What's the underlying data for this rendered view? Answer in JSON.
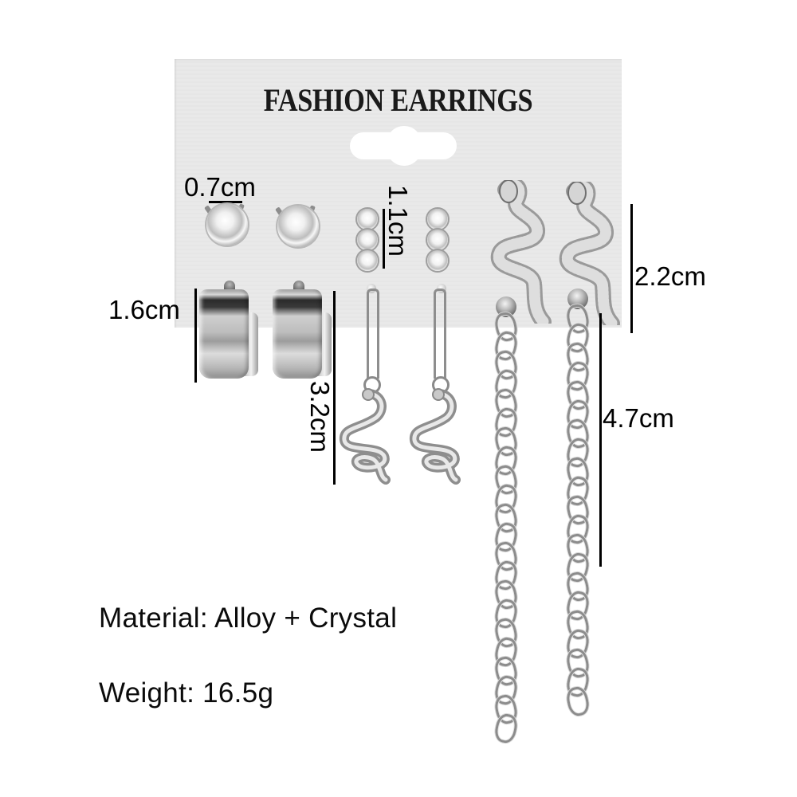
{
  "card": {
    "title": "FASHION EARRINGS",
    "background_color": "#e9e9e9"
  },
  "earrings": [
    {
      "name": "round crystal stud",
      "measurement": "0.7cm"
    },
    {
      "name": "three-crystal bar stud",
      "measurement": "1.1cm"
    },
    {
      "name": "pave snake stud with chain",
      "measurement_stud": "2.2cm",
      "measurement_chain": "4.7cm"
    },
    {
      "name": "wide huggie hoop",
      "measurement": "1.6cm"
    },
    {
      "name": "snake lever-back drop",
      "measurement": "3.2cm"
    }
  ],
  "measurements": {
    "stud_round": "0.7cm",
    "stud_bar": "1.1cm",
    "snake_stud": "2.2cm",
    "hoop": "1.6cm",
    "snake_drop": "3.2cm",
    "chain_drop": "4.7cm"
  },
  "specs": {
    "material": "Material: Alloy + Crystal",
    "weight": "Weight: 16.5g"
  },
  "colors": {
    "metal": "#b5b5b5",
    "text": "#000000",
    "background": "#ffffff"
  }
}
